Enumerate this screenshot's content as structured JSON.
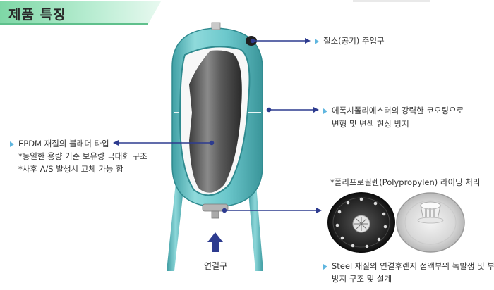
{
  "title": "제품 특징",
  "features": {
    "air_inlet": "질소(공기) 주입구",
    "coating_line1": "에폭시폴리에스터의 강력한 코오팅으로",
    "coating_line2": "변형 및 변색 현상 방지",
    "bladder_title": "EPDM 재질의 블래더 타입",
    "bladder_note1": "*동일한 용량 기준 보유량 극대화 구조",
    "bladder_note2": "*사후 A/S 발생시 교체 가능 함",
    "lining_caption": "*폴리프로필렌(Polypropylen) 라이닝 처리",
    "steel_line1": "Steel 재질의 연결후렌지 접액부위 녹발생 및 부식",
    "steel_line2": "방지 구조 및 설계",
    "connection": "연결구"
  },
  "colors": {
    "tank": "#6cc8cc",
    "arrow": "#2d3b8f",
    "bullet": "#5fb6df"
  }
}
